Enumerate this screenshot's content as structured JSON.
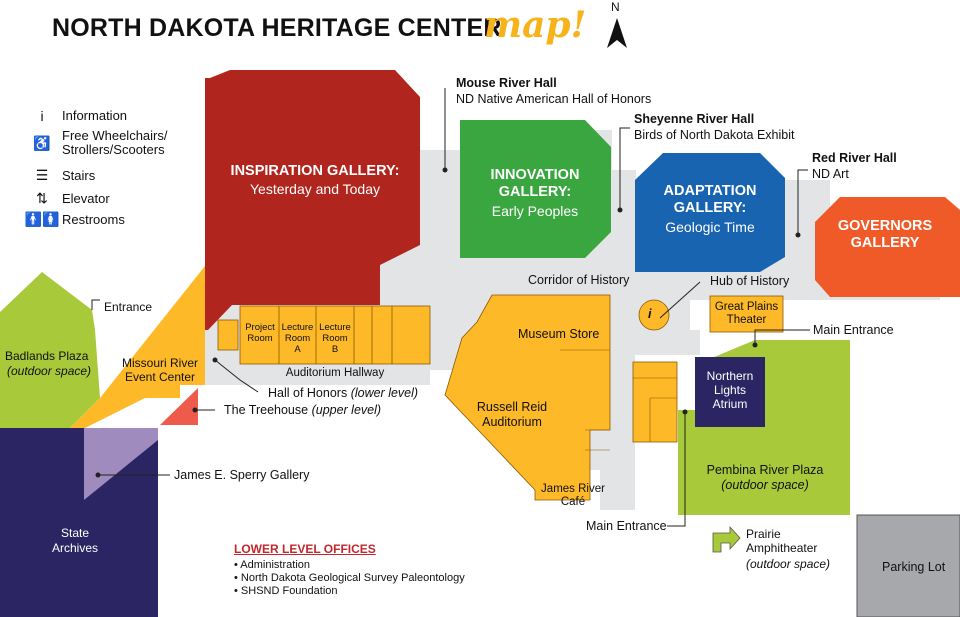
{
  "title": "NORTH DAKOTA HERITAGE CENTER",
  "title_script": "map!",
  "compass": "N",
  "legend": [
    {
      "icon": "i",
      "label": "Information"
    },
    {
      "icon": "♿",
      "label": "Free Wheelchairs/\nStrollers/Scooters"
    },
    {
      "icon": "☰",
      "label": "Stairs"
    },
    {
      "icon": "⇅",
      "label": "Elevator"
    },
    {
      "icon": "🚹🚺",
      "label": "Restrooms"
    }
  ],
  "galleries": {
    "inspiration": {
      "name": "INSPIRATION GALLERY:",
      "sub": "Yesterday and Today",
      "color": "#b0261e"
    },
    "innovation": {
      "name": "INNOVATION\nGALLERY:",
      "sub": "Early Peoples",
      "color": "#3aa640"
    },
    "adaptation": {
      "name": "ADAPTATION\nGALLERY:",
      "sub": "Geologic Time",
      "color": "#1864b0"
    },
    "governors": {
      "name": "GOVERNORS\nGALLERY",
      "color": "#f05a28"
    }
  },
  "halls": {
    "mouse": {
      "name": "Mouse River Hall",
      "sub": "ND Native American Hall of Honors"
    },
    "sheyenne": {
      "name": "Sheyenne River Hall",
      "sub": "Birds of North Dakota Exhibit"
    },
    "red": {
      "name": "Red River Hall",
      "sub": "ND Art"
    }
  },
  "labels": {
    "corridor": "Corridor of History",
    "hub": "Hub of History",
    "great_plains": "Great Plains\nTheater",
    "main_entrance_top": "Main Entrance",
    "main_entrance_bottom": "Main Entrance",
    "northern_lights": "Northern\nLights\nAtrium",
    "pembina": "Pembina River Plaza",
    "pembina_sub": "(outdoor space)",
    "prairie": "Prairie\nAmphitheater",
    "prairie_sub": "(outdoor space)",
    "parking": "Parking Lot",
    "museum_store": "Museum Store",
    "russell_reid": "Russell Reid\nAuditorium",
    "james_river": "James River\nCafé",
    "project_room": "Project\nRoom",
    "lecture_a": "Lecture\nRoom\nA",
    "lecture_b": "Lecture\nRoom\nB",
    "auditorium_hallway": "Auditorium Hallway",
    "hall_of_honors": "Hall of Honors",
    "hall_of_honors_sub": "(lower level)",
    "treehouse": "The Treehouse",
    "treehouse_sub": "(upper level)",
    "sperry": "James E. Sperry Gallery",
    "badlands": "Badlands Plaza",
    "badlands_sub": "(outdoor space)",
    "missouri": "Missouri River\nEvent Center",
    "entrance": "Entrance",
    "archives": "State\nArchives"
  },
  "offices": {
    "heading": "LOWER LEVEL OFFICES",
    "items": [
      "Administration",
      "North Dakota Geological Survey Paleontology",
      "SHSND Foundation"
    ]
  },
  "colors": {
    "yellow": "#fdb927",
    "olive": "#a7c93a",
    "navy": "#2b2563",
    "lavender": "#9f8bbd",
    "salmon": "#ef5b4a",
    "corridor": "#e3e4e6",
    "gray": "#a6a8ab"
  }
}
